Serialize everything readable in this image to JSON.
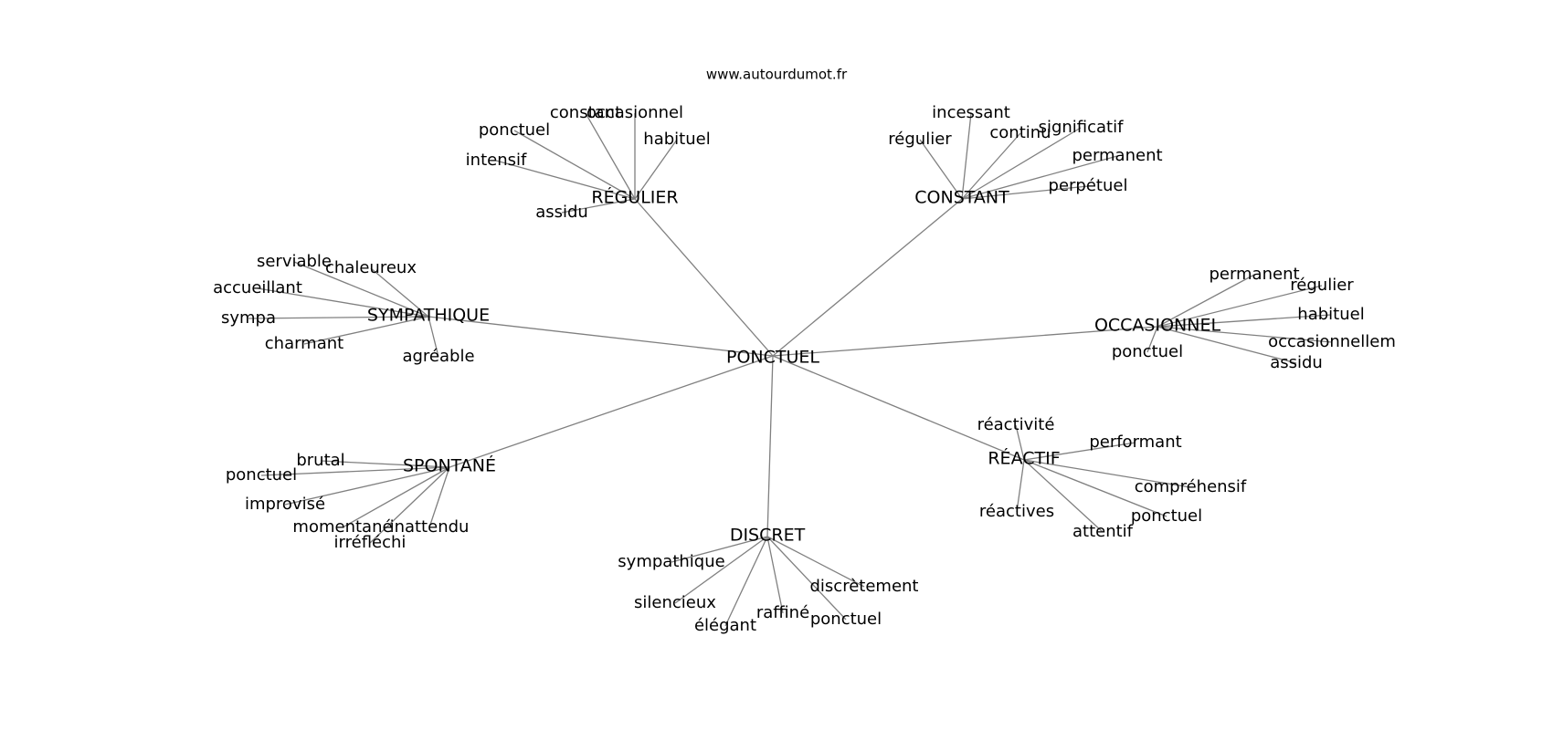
{
  "site": "www.autourdumot.fr",
  "center": "PONCTUEL",
  "line_color": "#808080",
  "clusters": [
    {
      "hub": "RÉGULIER",
      "words": [
        "occasionnel",
        "constant",
        "ponctuel",
        "habituel",
        "intensif",
        "assidu"
      ]
    },
    {
      "hub": "CONSTANT",
      "words": [
        "incessant",
        "régulier",
        "continu",
        "significatif",
        "permanent",
        "perpétuel"
      ]
    },
    {
      "hub": "SYMPATHIQUE",
      "words": [
        "serviable",
        "chaleureux",
        "accueillant",
        "sympa",
        "charmant",
        "agréable"
      ]
    },
    {
      "hub": "OCCASIONNEL",
      "words": [
        "permanent",
        "régulier",
        "habituel",
        "occasionnellem",
        "ponctuel",
        "assidu"
      ]
    },
    {
      "hub": "SPONTANÉ",
      "words": [
        "brutal",
        "ponctuel",
        "improvisé",
        "momentané",
        "inattendu",
        "irréfléchi"
      ]
    },
    {
      "hub": "RÉACTIF",
      "words": [
        "réactivité",
        "performant",
        "compréhensif",
        "réactives",
        "ponctuel",
        "attentif"
      ]
    },
    {
      "hub": "DISCRET",
      "words": [
        "sympathique",
        "discrètement",
        "silencieux",
        "raffiné",
        "ponctuel",
        "élégant"
      ]
    }
  ]
}
